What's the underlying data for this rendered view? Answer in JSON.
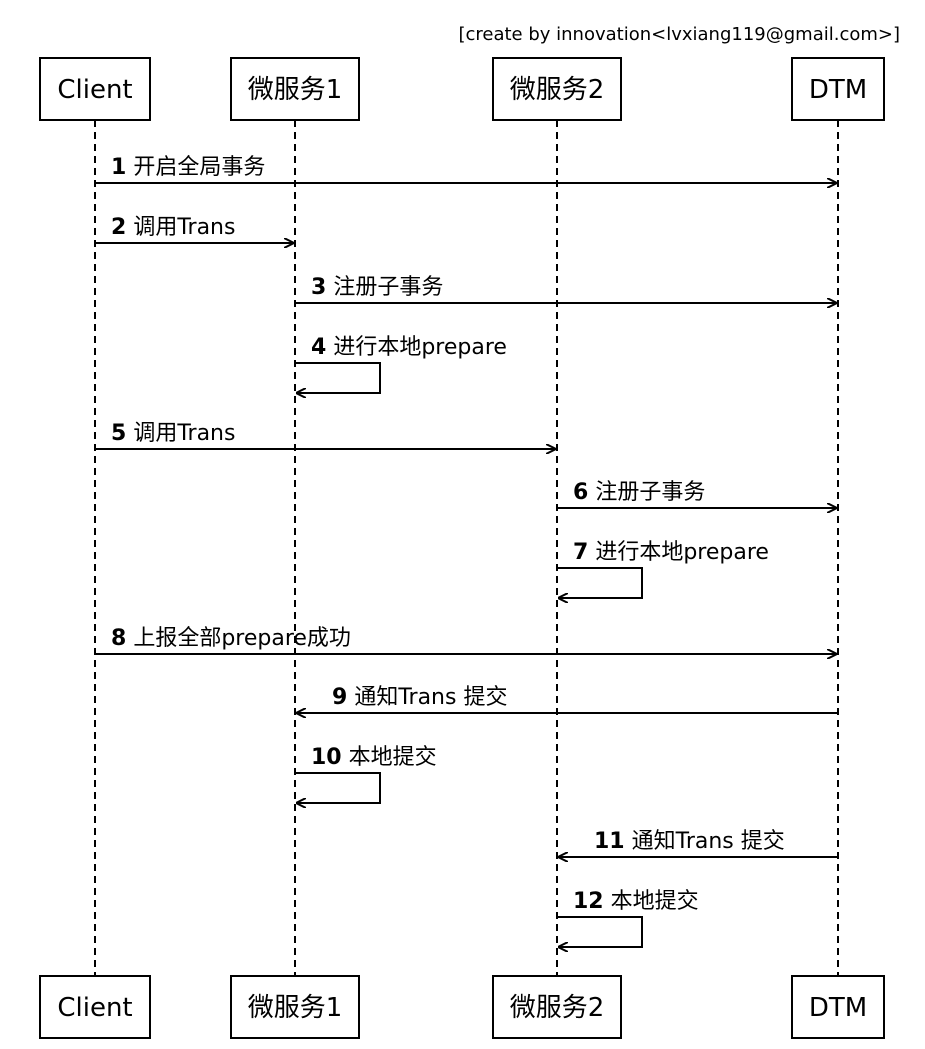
{
  "credit": "[create by innovation<lvxiang119@gmail.com>]",
  "participants": [
    {
      "id": "client",
      "label": "Client"
    },
    {
      "id": "ms1",
      "label": "微服务1"
    },
    {
      "id": "ms2",
      "label": "微服务2"
    },
    {
      "id": "dtm",
      "label": "DTM"
    }
  ],
  "messages": [
    {
      "num": "1",
      "text": "开启全局事务",
      "from": "client",
      "to": "dtm"
    },
    {
      "num": "2",
      "text": "调用Trans",
      "from": "client",
      "to": "ms1"
    },
    {
      "num": "3",
      "text": "注册子事务",
      "from": "ms1",
      "to": "dtm"
    },
    {
      "num": "4",
      "text": "进行本地prepare",
      "from": "ms1",
      "to": "ms1"
    },
    {
      "num": "5",
      "text": "调用Trans",
      "from": "client",
      "to": "ms2"
    },
    {
      "num": "6",
      "text": "注册子事务",
      "from": "ms2",
      "to": "dtm"
    },
    {
      "num": "7",
      "text": "进行本地prepare",
      "from": "ms2",
      "to": "ms2"
    },
    {
      "num": "8",
      "text": "上报全部prepare成功",
      "from": "client",
      "to": "dtm"
    },
    {
      "num": "9",
      "text": "通知Trans 提交",
      "from": "dtm",
      "to": "ms1"
    },
    {
      "num": "10",
      "text": "本地提交",
      "from": "ms1",
      "to": "ms1"
    },
    {
      "num": "11",
      "text": "通知Trans 提交",
      "from": "dtm",
      "to": "ms2"
    },
    {
      "num": "12",
      "text": "本地提交",
      "from": "ms2",
      "to": "ms2"
    }
  ]
}
